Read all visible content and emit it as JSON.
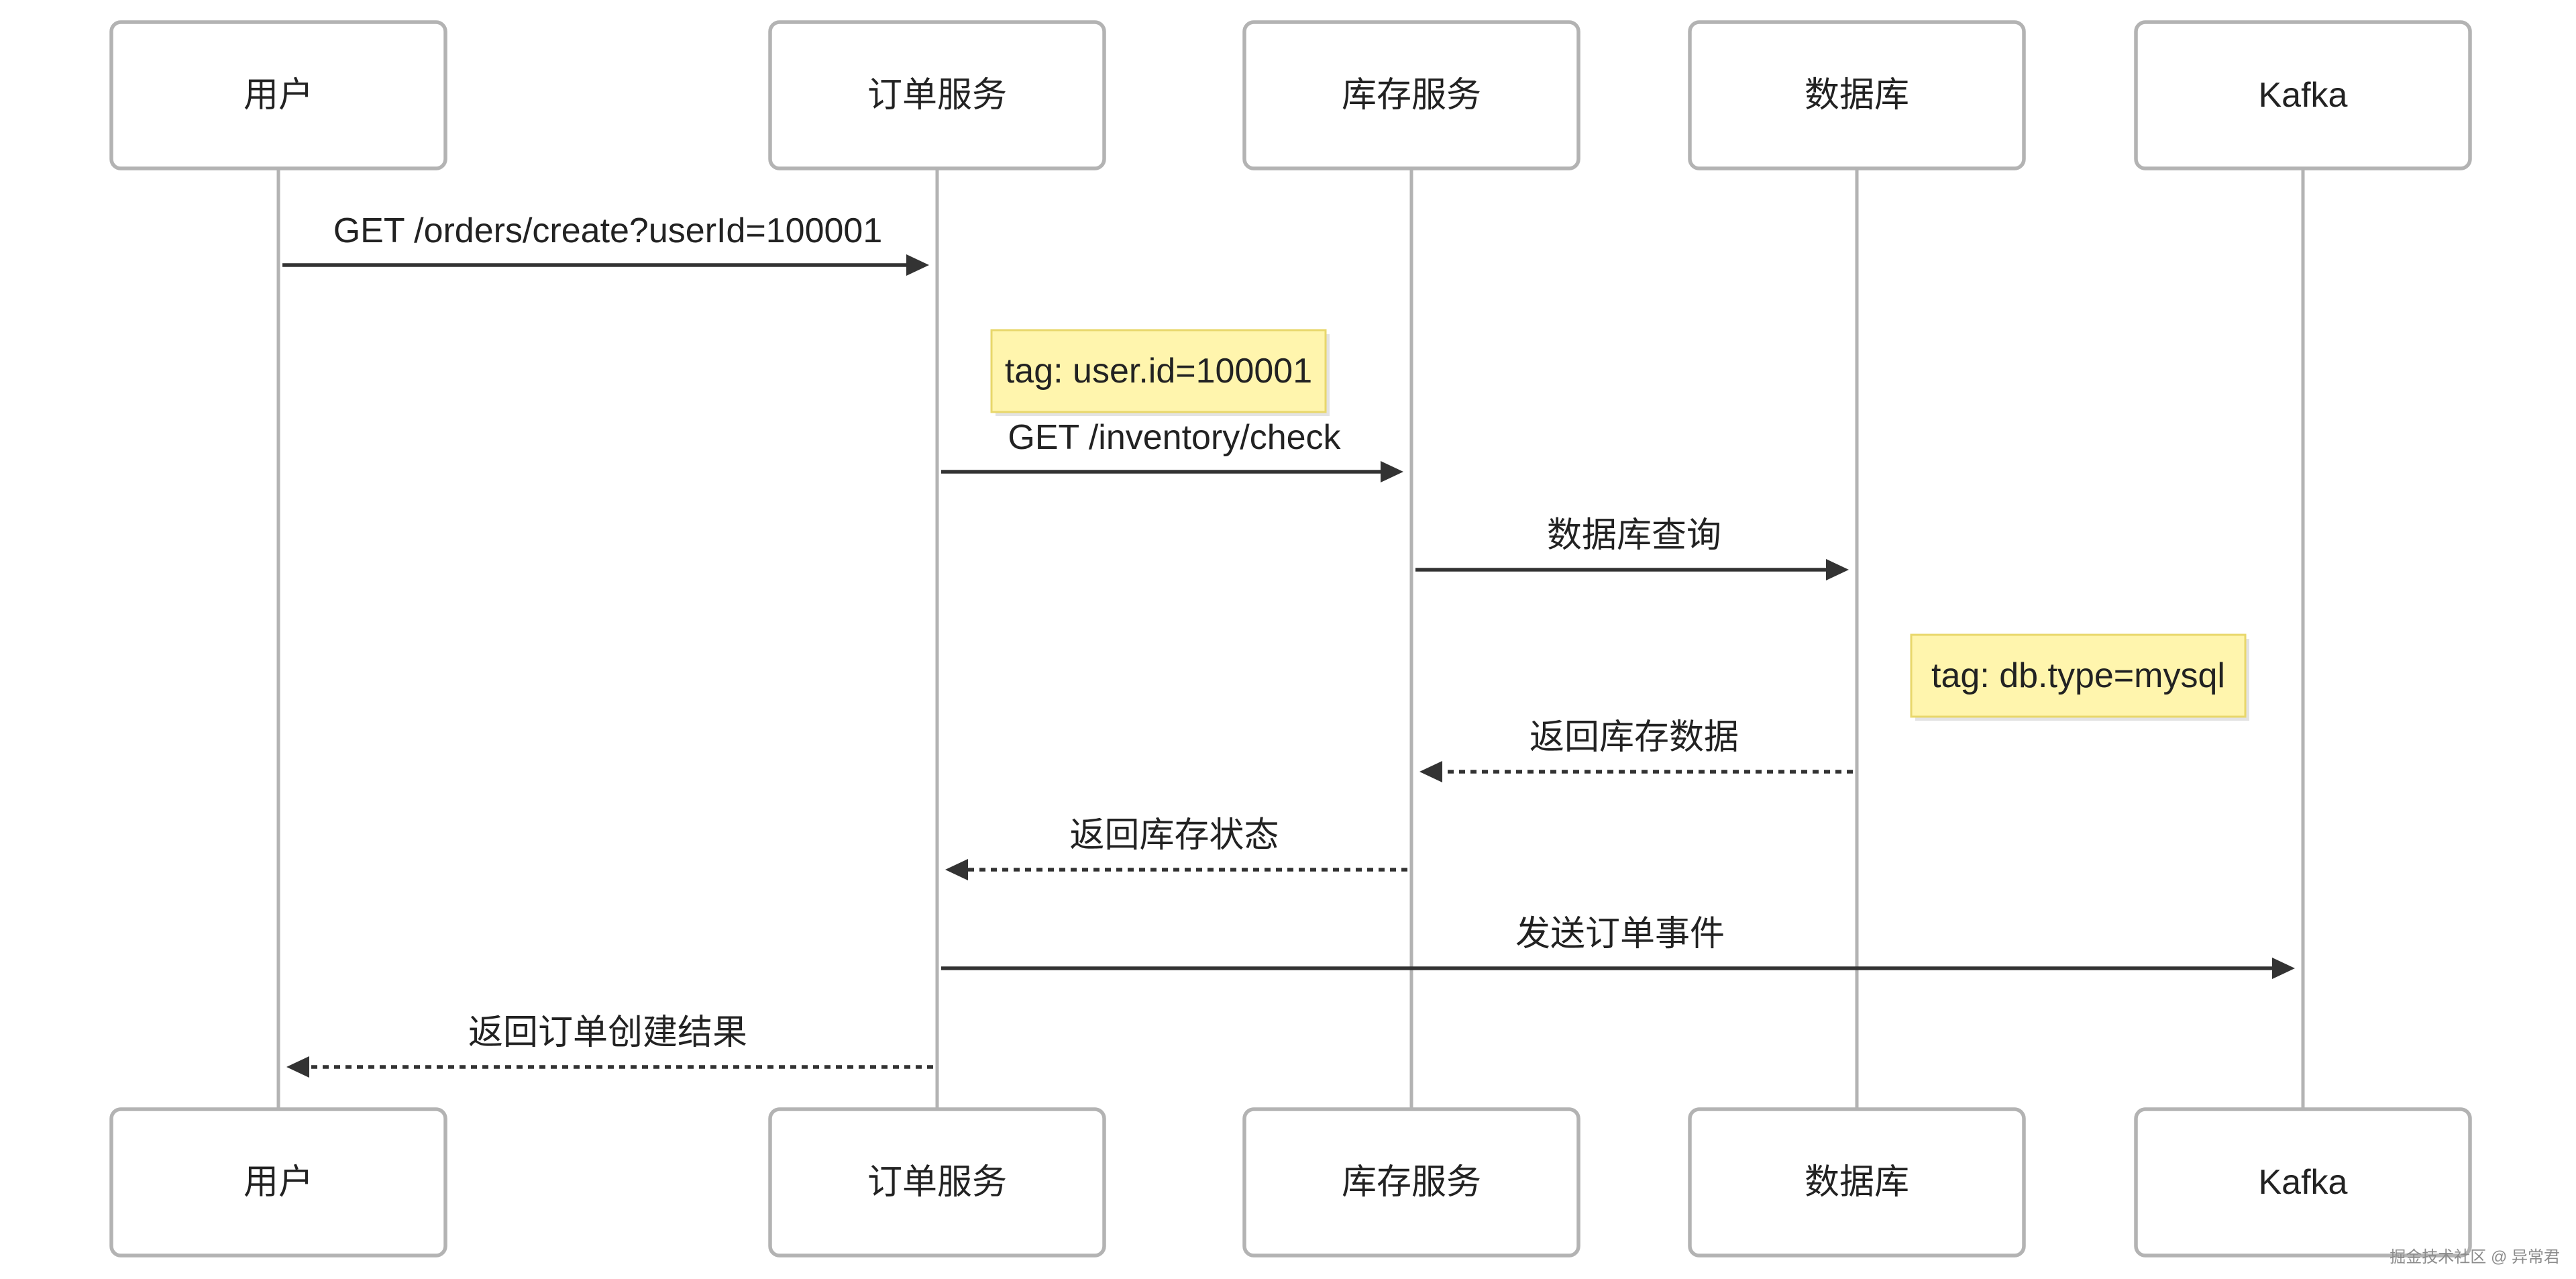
{
  "participants": [
    {
      "id": "user",
      "label": "用户"
    },
    {
      "id": "order",
      "label": "订单服务"
    },
    {
      "id": "inventory",
      "label": "库存服务"
    },
    {
      "id": "db",
      "label": "数据库"
    },
    {
      "id": "kafka",
      "label": "Kafka"
    }
  ],
  "messages": [
    {
      "from": "user",
      "to": "order",
      "label": "GET /orders/create?userId=100001",
      "style": "solid"
    },
    {
      "from": "order",
      "to": "inventory",
      "label": "GET /inventory/check",
      "style": "solid"
    },
    {
      "from": "inventory",
      "to": "db",
      "label": "数据库查询",
      "style": "solid"
    },
    {
      "from": "db",
      "to": "inventory",
      "label": "返回库存数据",
      "style": "dashed"
    },
    {
      "from": "inventory",
      "to": "order",
      "label": "返回库存状态",
      "style": "dashed"
    },
    {
      "from": "order",
      "to": "kafka",
      "label": "发送订单事件",
      "style": "solid"
    },
    {
      "from": "order",
      "to": "user",
      "label": "返回订单创建结果",
      "style": "dashed"
    }
  ],
  "notes": [
    {
      "over": "order",
      "label": "tag: user.id=100001"
    },
    {
      "over": "db",
      "label": "tag: db.type=mysql"
    }
  ],
  "watermark": "掘金技术社区 @ 异常君"
}
